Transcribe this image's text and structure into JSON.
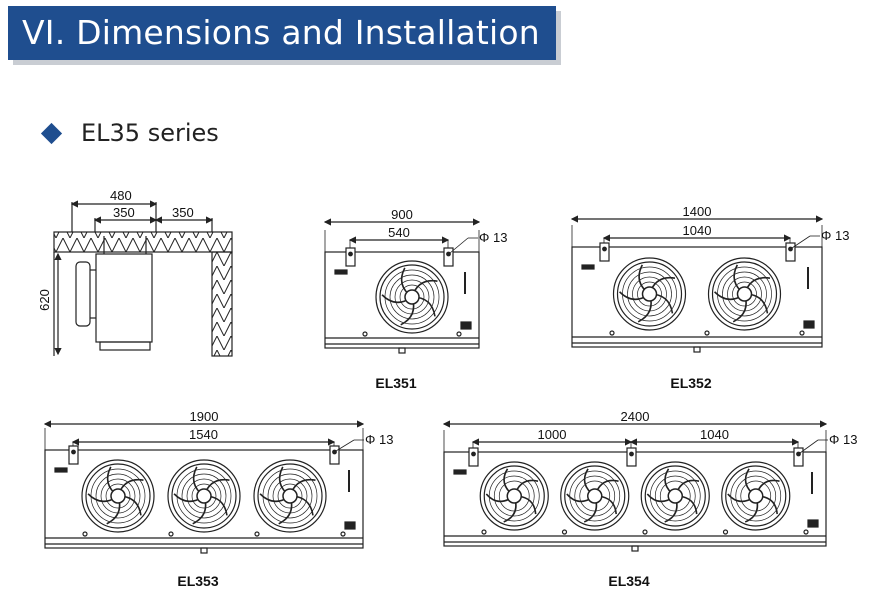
{
  "header": {
    "title": "VI. Dimensions and Installation Size:"
  },
  "series": {
    "label": "EL35 series"
  },
  "side_view": {
    "width": "480",
    "depth": "350",
    "gap": "350",
    "height": "620"
  },
  "models": [
    {
      "name": "EL351",
      "overall": "900",
      "spacing": [
        "540"
      ],
      "hole": "Φ 13",
      "fans": 1
    },
    {
      "name": "EL352",
      "overall": "1400",
      "spacing": [
        "1040"
      ],
      "hole": "Φ 13",
      "fans": 2
    },
    {
      "name": "EL353",
      "overall": "1900",
      "spacing": [
        "1540"
      ],
      "hole": "Φ 13",
      "fans": 3
    },
    {
      "name": "EL354",
      "overall": "2400",
      "spacing": [
        "1000",
        "1040"
      ],
      "hole": "Φ 13",
      "fans": 4
    }
  ],
  "colors": {
    "accent": "#1f4e8f",
    "line": "#222222"
  }
}
